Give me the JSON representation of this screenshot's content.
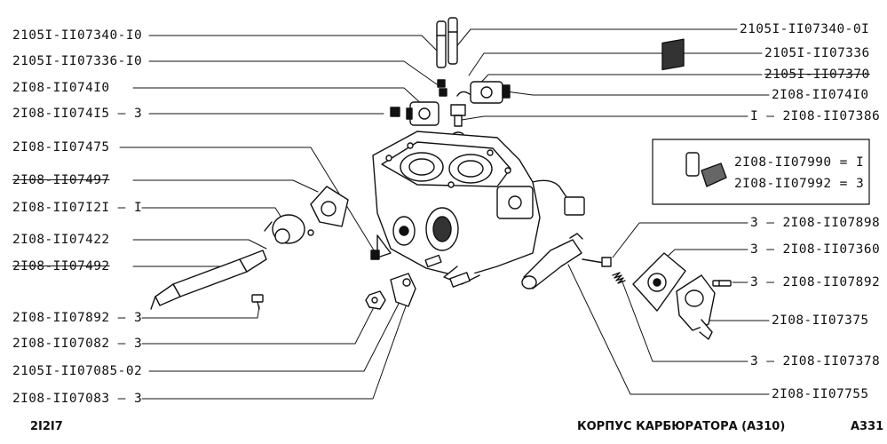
{
  "labels_left": [
    {
      "id": "l1",
      "text": "2105I-II07340-I0"
    },
    {
      "id": "l2",
      "text": "2105I-II07336-I0"
    },
    {
      "id": "l3",
      "text": "2I08-II074I0"
    },
    {
      "id": "l4",
      "text": "2I08-II074I5 — 3"
    },
    {
      "id": "l5",
      "text": "2I08-II07475"
    },
    {
      "id": "l6",
      "text": "2I08-II07497"
    },
    {
      "id": "l7",
      "text": "2I08-II07I2I — I"
    },
    {
      "id": "l8",
      "text": "2I08-II07422"
    },
    {
      "id": "l9",
      "text": "2I08-II07492"
    },
    {
      "id": "l10",
      "text": "2I08-II07892 — 3"
    },
    {
      "id": "l11",
      "text": "2I08-II07082 — 3"
    },
    {
      "id": "l12",
      "text": "2105I-II07085-02"
    },
    {
      "id": "l13",
      "text": "2I08-II07083 — 3"
    }
  ],
  "labels_right": [
    {
      "id": "r1",
      "text": "2105I-II07340-0I"
    },
    {
      "id": "r2",
      "text": "2105I-II07336"
    },
    {
      "id": "r3",
      "text": "2105I-II07370"
    },
    {
      "id": "r4",
      "text": "2I08-II074I0"
    },
    {
      "id": "r5",
      "text": "I — 2I08-II07386"
    },
    {
      "id": "r6",
      "text": "3 — 2I08-II07898"
    },
    {
      "id": "r7",
      "text": "3 — 2I08-II07360"
    },
    {
      "id": "r8",
      "text": "3 — 2I08-II07892"
    },
    {
      "id": "r9",
      "text": "2I08-II07375"
    },
    {
      "id": "r10",
      "text": "3 — 2I08-II07378"
    },
    {
      "id": "r11",
      "text": "2I08-II07755"
    }
  ],
  "inset": {
    "line1": "2I08-II07990 = I",
    "line2": "2I08-II07992 = 3"
  },
  "footer": {
    "model": "2I2I7",
    "title": "КОРПУС КАРБЮРАТОРА (А310)",
    "code": "A331"
  }
}
